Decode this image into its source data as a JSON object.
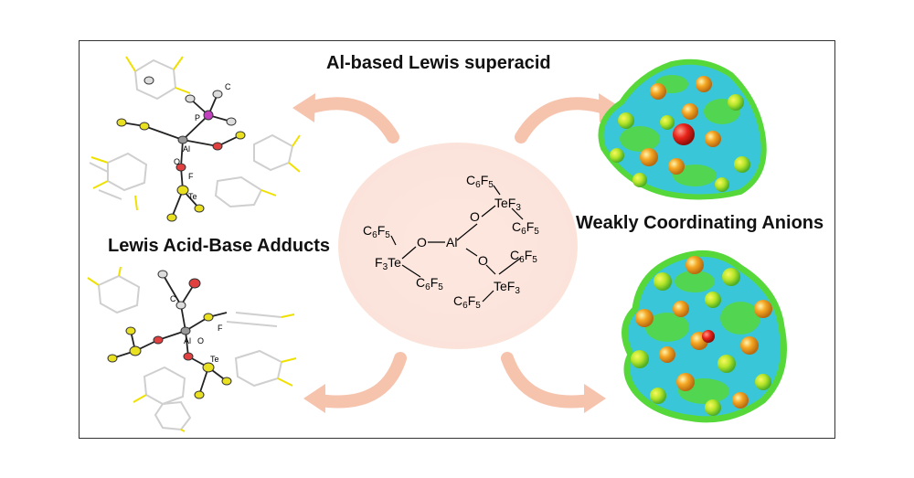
{
  "titles": {
    "top": "Al-based Lewis superacid",
    "left": "Lewis Acid-Base Adducts",
    "right": "Weakly Coordinating Anions"
  },
  "colors": {
    "arrow": "#f6c3ad",
    "glow": "#fbe4dc",
    "surface_blue": "#39c6d8",
    "surface_green": "#57d83a",
    "surface_yellow": "#f2ef2c",
    "atom_orange": "#f5a623",
    "atom_red": "#e8231a"
  },
  "structure": {
    "center_atom": "Al",
    "oxygen": "O",
    "groups": [
      {
        "base": "C",
        "sub1": "6",
        "mid": "F",
        "sub2": "5"
      },
      {
        "base": "Te",
        "label": "TeF",
        "sub": "3"
      },
      {
        "base": "F",
        "sub": "3",
        "suffix": "Te"
      }
    ],
    "labels": {
      "c6f5_c": "C",
      "c6f5_c_sub": "6",
      "c6f5_f": "F",
      "c6f5_f_sub": "5",
      "tef3": "TeF",
      "tef3_sub": "3",
      "f3te_f": "F",
      "f3te_sub": "3",
      "f3te_te": "Te"
    }
  },
  "crystal_top_labels": {
    "c": "C",
    "p": "P",
    "al": "Al",
    "o": "O",
    "f": "F",
    "te": "Te"
  },
  "crystal_bottom_labels": {
    "c": "C",
    "al": "Al",
    "o": "O",
    "f": "F",
    "te": "Te"
  },
  "icons": {
    "arrow_top_left": "curved-arrow-icon",
    "arrow_top_right": "curved-arrow-icon",
    "arrow_bottom_left": "curved-arrow-icon",
    "arrow_bottom_right": "curved-arrow-icon"
  }
}
